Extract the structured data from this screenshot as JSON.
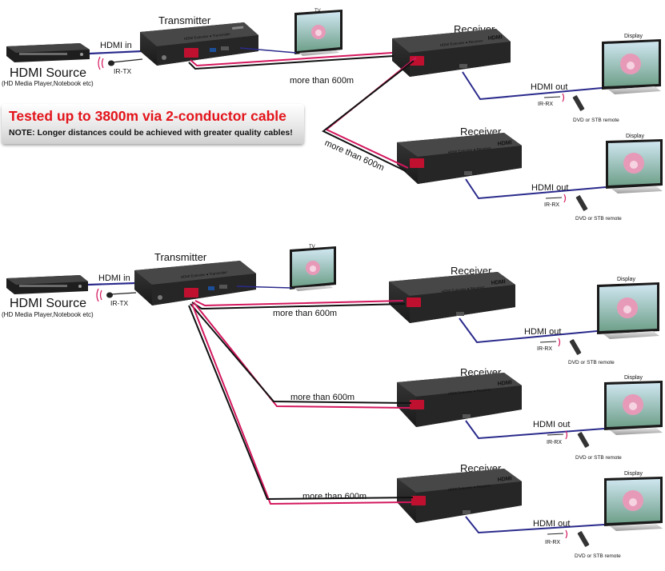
{
  "banner": {
    "title": "Tested up to 3800m via 2-conductor cable",
    "note": "NOTE: Longer distances could be achieved with greater quality cables!"
  },
  "labels": {
    "hdmi_source": "HDMI Source",
    "hdmi_source_sub": "(HD Media Player,Notebook etc)",
    "hdmi_in": "HDMI in",
    "ir_tx": "IR-TX",
    "transmitter": "Transmitter",
    "receiver": "Receiver",
    "tv": "TV",
    "display": "Display",
    "hdmi_out": "HDMI out",
    "ir_rx": "IR-RX",
    "remote": "DVD or STB remote",
    "distance": "more than 600m",
    "panel_tx": "HDMI Extender ● Transmitter",
    "panel_rx": "HDMI Extender ● Receiver",
    "hdmi_logo": "HDMI"
  },
  "colors": {
    "cable_red": "#d3175d",
    "cable_black": "#111111",
    "hdmi_cable": "#2a2a8c",
    "device_body": "#2b2b2b",
    "banner_title": "#e3141b"
  },
  "diagrams": [
    {
      "name": "point-to-point-and-daisy",
      "receivers": 2
    },
    {
      "name": "one-to-three",
      "receivers": 3
    }
  ]
}
